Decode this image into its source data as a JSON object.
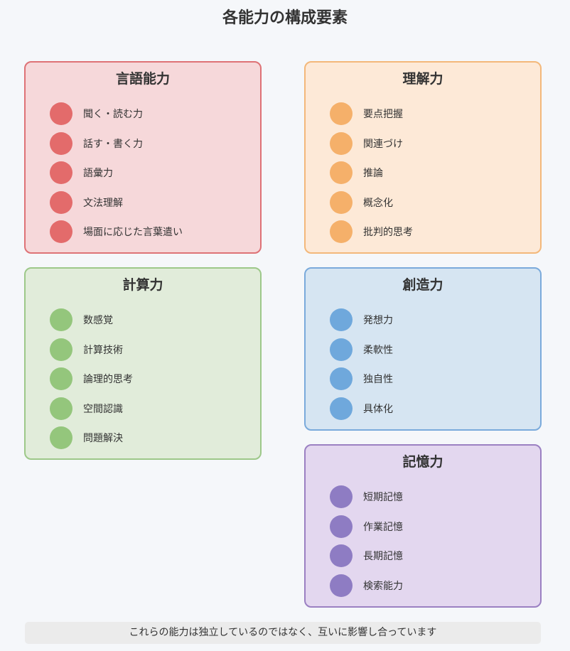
{
  "title": "各能力の構成要素",
  "boxes": {
    "language": {
      "title": "言語能力",
      "color": "#e36b6b",
      "items": [
        "聞く・読む力",
        "話す・書く力",
        "語彙力",
        "文法理解",
        "場面に応じた言葉遣い"
      ]
    },
    "comprehension": {
      "title": "理解力",
      "color": "#f5b06a",
      "items": [
        "要点把握",
        "関連づけ",
        "推論",
        "概念化",
        "批判的思考"
      ]
    },
    "calculation": {
      "title": "計算力",
      "color": "#94c67c",
      "items": [
        "数感覚",
        "計算技術",
        "論理的思考",
        "空間認識",
        "問題解決"
      ]
    },
    "creativity": {
      "title": "創造力",
      "color": "#6fa8dc",
      "items": [
        "発想力",
        "柔軟性",
        "独自性",
        "具体化"
      ]
    },
    "memory": {
      "title": "記憶力",
      "color": "#8e7cc3",
      "items": [
        "短期記憶",
        "作業記憶",
        "長期記憶",
        "検索能力"
      ]
    }
  },
  "note": "これらの能力は独立しているのではなく、互いに影響し合っています"
}
